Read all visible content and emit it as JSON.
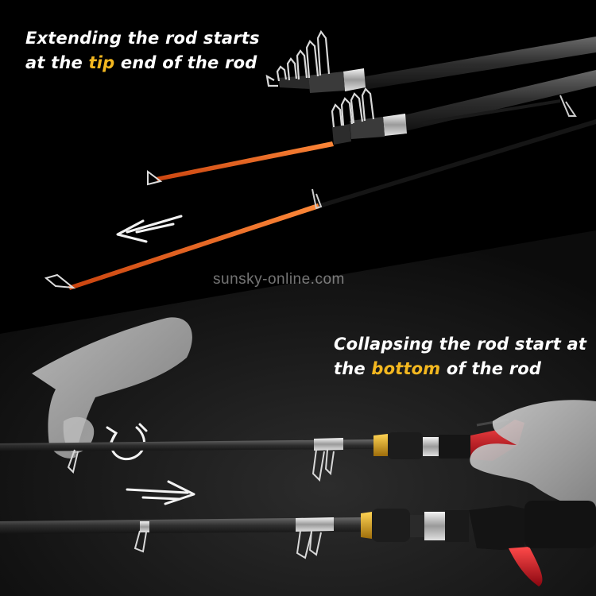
{
  "top_caption": {
    "before": "Extending the rod starts",
    "line2_before": "at the ",
    "highlight": "tip",
    "after": " end of the rod"
  },
  "bottom_caption": {
    "line1": "Collapsing the rod start at",
    "line2_before": "the ",
    "highlight": "bottom",
    "after": " of the rod"
  },
  "watermark": "sunsky-online.com",
  "colors": {
    "highlight": "#f4b820",
    "rod_tip_orange": "#e8621a",
    "reel_seat_red": "#c8101e",
    "ferrule_gold": "#d9a21b"
  }
}
